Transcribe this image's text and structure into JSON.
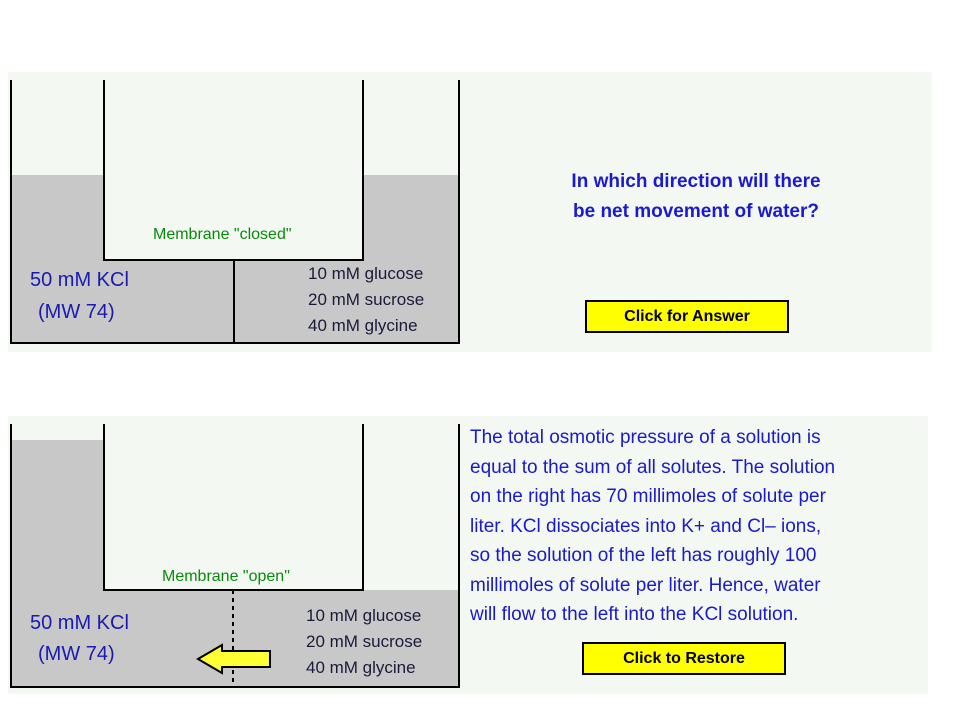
{
  "panel_top": {
    "left_solution": {
      "line1": "50 mM KCl",
      "line2": "(MW 74)"
    },
    "right_solution": {
      "line1": "10 mM glucose",
      "line2": "20 mM sucrose",
      "line3": "40 mM glycine"
    },
    "membrane_label": "Membrane \"closed\"",
    "question": {
      "line1": "In which direction will there",
      "line2": "be net movement of water?"
    },
    "answer_button": "Click for Answer"
  },
  "panel_bottom": {
    "left_solution": {
      "line1": "50 mM KCl",
      "line2": "(MW 74)"
    },
    "right_solution": {
      "line1": "10 mM glucose",
      "line2": "20 mM sucrose",
      "line3": "40 mM glycine"
    },
    "membrane_label": "Membrane \"open\"",
    "answer_lines": [
      "The total osmotic pressure of a solution is",
      "equal to the sum of all solutes.  The solution",
      "on the right has 70 millimoles of solute per",
      "liter.  KCl dissociates into K+ and Cl– ions,",
      "so the solution of the left has roughly 100",
      "millimoles of solute per liter.  Hence, water",
      "will flow to the left into the KCl solution."
    ],
    "restore_button": "Click to Restore",
    "flow_arrow_icon": "left-arrow-icon"
  },
  "colors": {
    "panel_bg": "#f3f8f3",
    "liquid": "#c8c8c8",
    "button": "#ffff00",
    "membrane_text": "#0a8a0a",
    "question_text": "#1a1ad0",
    "arrow_fill": "#ffff33"
  }
}
